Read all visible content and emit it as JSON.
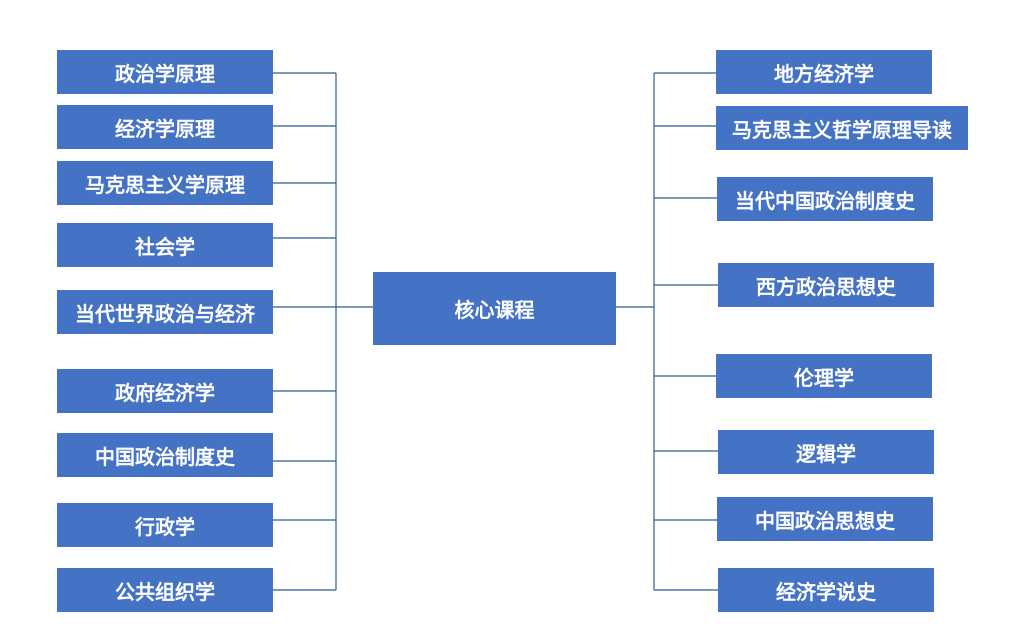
{
  "center": {
    "label": "核心课程"
  },
  "left_items": [
    {
      "label": "政治学原理"
    },
    {
      "label": "经济学原理"
    },
    {
      "label": "马克思主义学原理"
    },
    {
      "label": "社会学"
    },
    {
      "label": "当代世界政治与经济"
    },
    {
      "label": "政府经济学"
    },
    {
      "label": "中国政治制度史"
    },
    {
      "label": "行政学"
    },
    {
      "label": "公共组织学"
    }
  ],
  "right_items": [
    {
      "label": "地方经济学"
    },
    {
      "label": "马克思主义哲学原理导读"
    },
    {
      "label": "当代中国政治制度史"
    },
    {
      "label": "西方政治思想史"
    },
    {
      "label": "伦理学"
    },
    {
      "label": "逻辑学"
    },
    {
      "label": "中国政治思想史"
    },
    {
      "label": "经济学说史"
    }
  ],
  "colors": {
    "box_fill": "#4472c4",
    "box_text": "#ffffff",
    "connector": "#2e5d8c"
  }
}
